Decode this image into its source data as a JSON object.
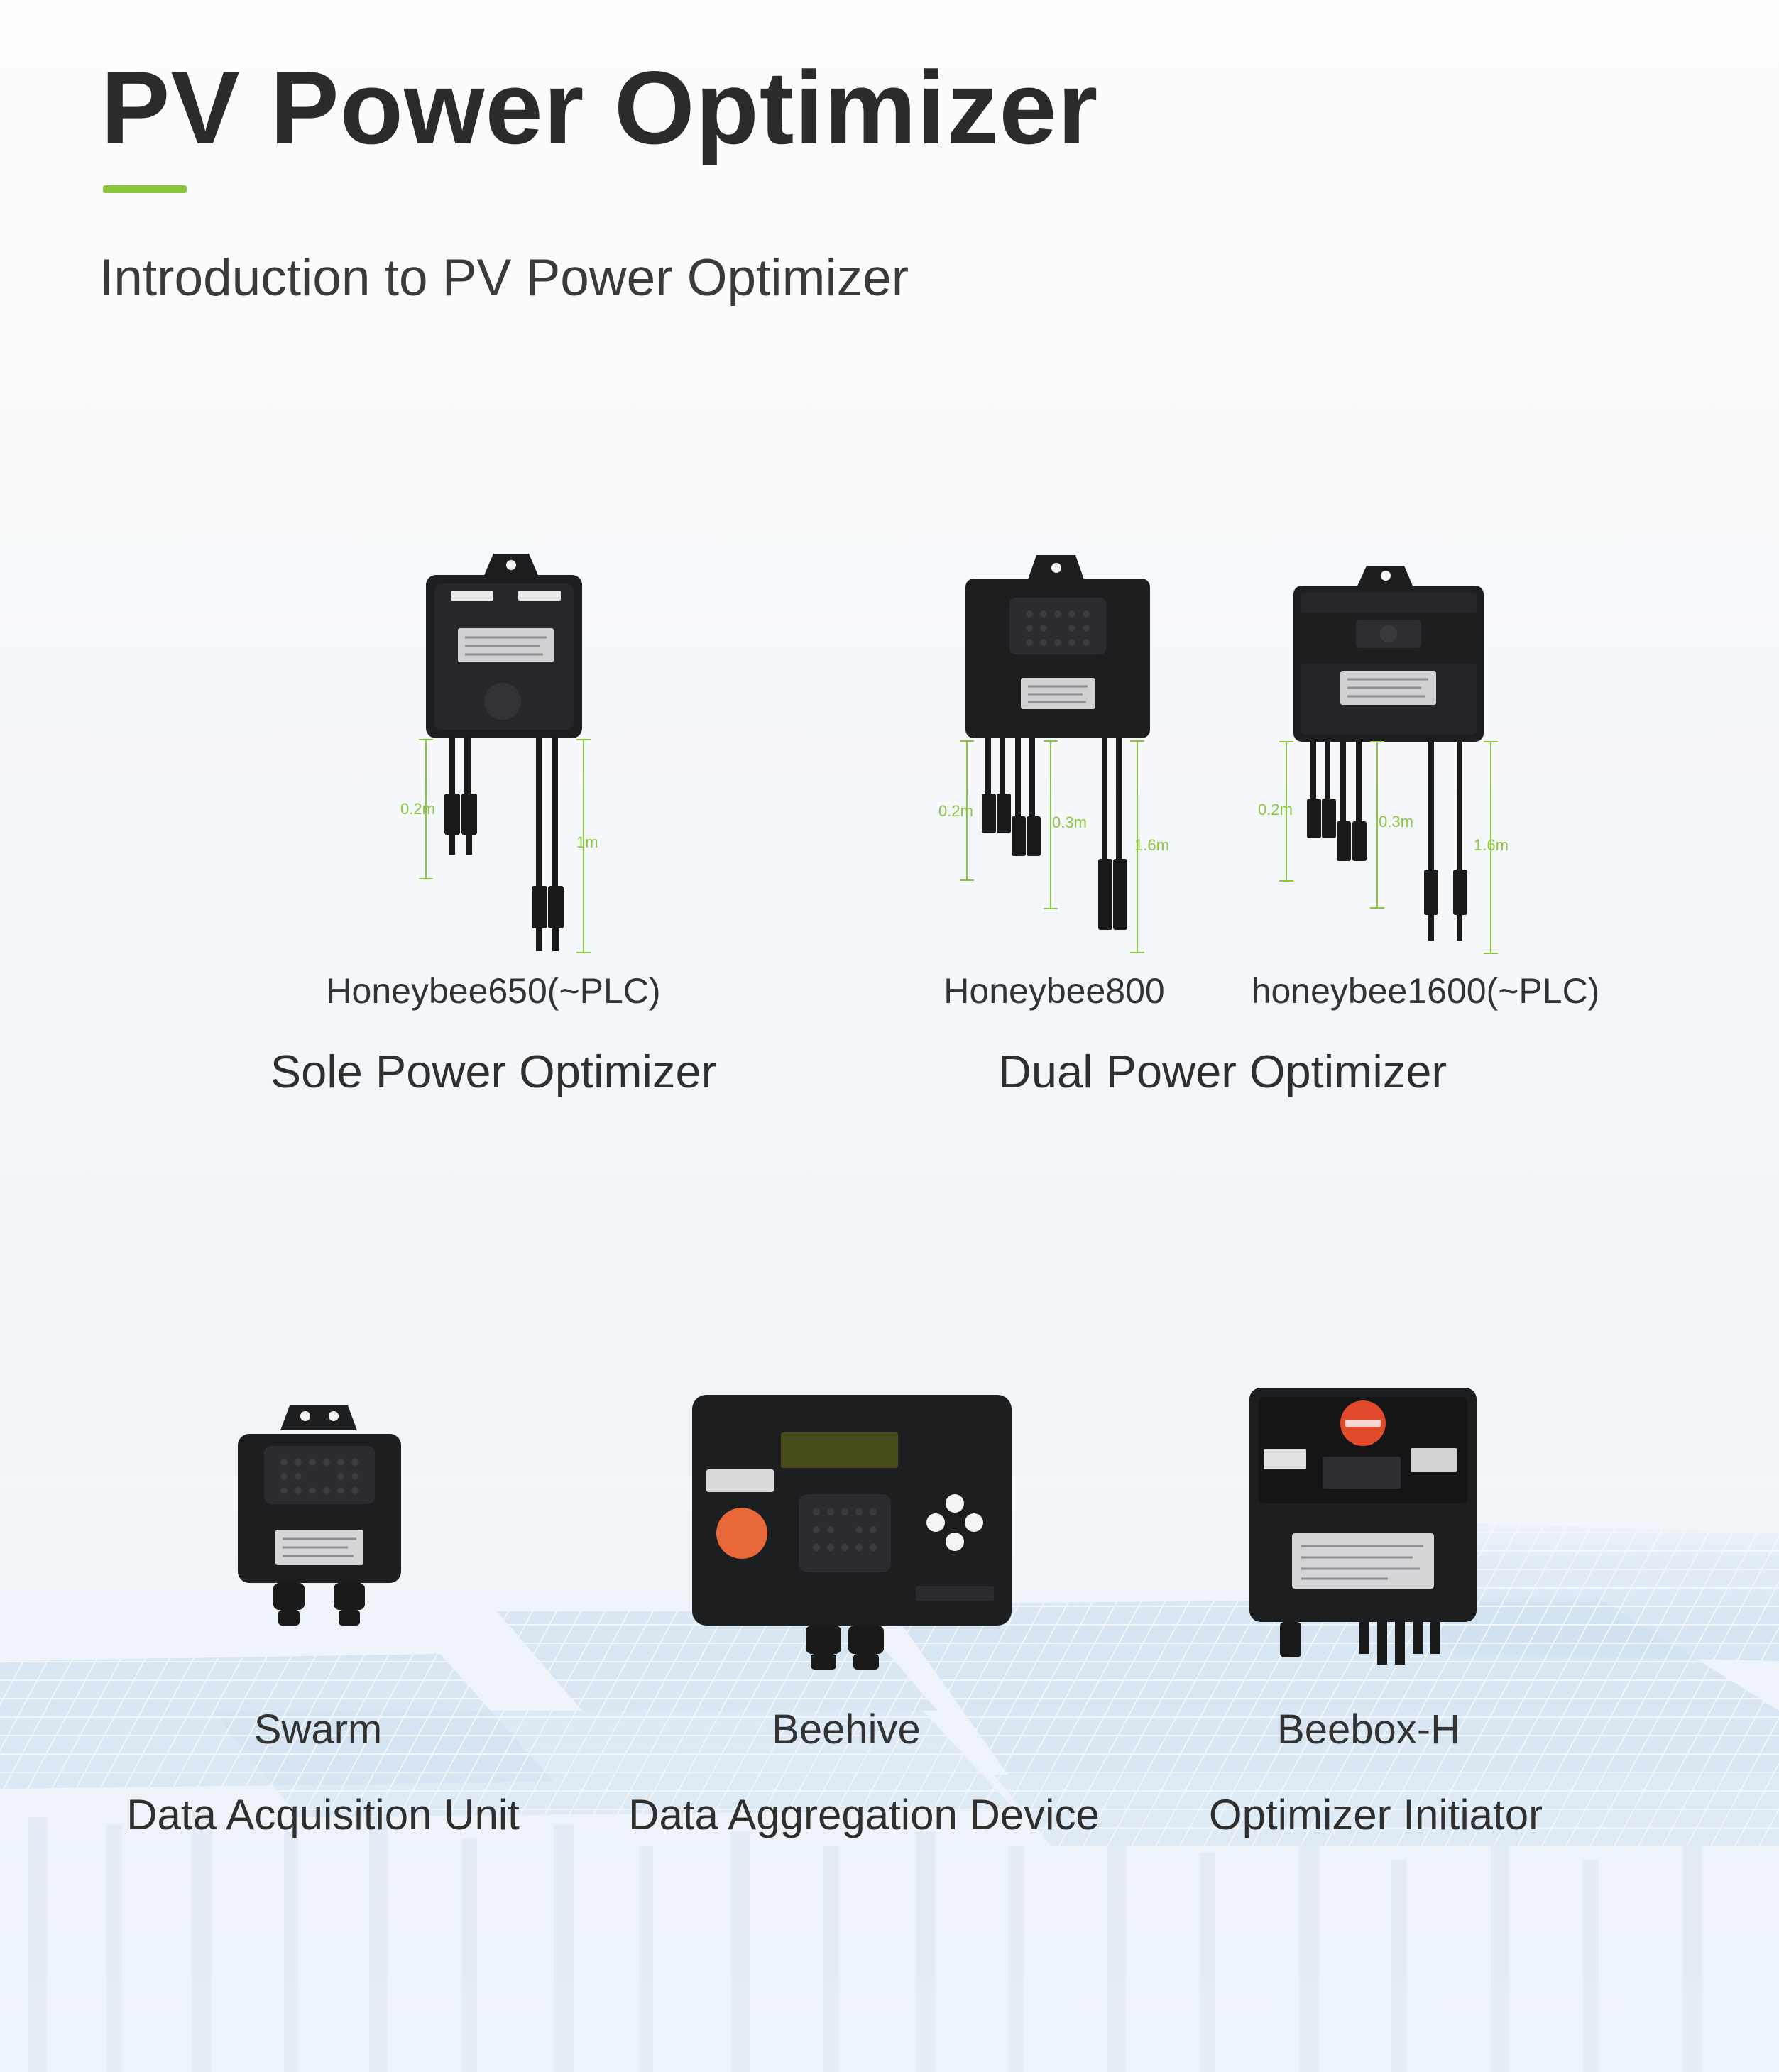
{
  "header": {
    "title": "PV Power Optimizer",
    "subtitle": "Introduction to PV Power Optimizer"
  },
  "colors": {
    "accent_green": "#8cc63f",
    "device_black": "#1d1e20",
    "button_orange": "#e8683a",
    "lcd_green": "#4a4b1a"
  },
  "optimizers": {
    "sole": {
      "category": "Sole Power Optimizer",
      "products": [
        {
          "model": "Honeybee650(~PLC)",
          "cable_short": "0.2m",
          "cable_long": "1m"
        }
      ]
    },
    "dual": {
      "category": "Dual Power Optimizer",
      "products": [
        {
          "model": "Honeybee800",
          "cable_short": "0.2m",
          "cable_mid": "0.3m",
          "cable_long": "1.6m"
        },
        {
          "model": "honeybee1600(~PLC)",
          "cable_short": "0.2m",
          "cable_mid": "0.3m",
          "cable_long": "1.6m"
        }
      ]
    }
  },
  "accessories": [
    {
      "model": "Swarm",
      "category": "Data Acquisition Unit"
    },
    {
      "model": "Beehive",
      "category": "Data Aggregation Device"
    },
    {
      "model": "Beebox-H",
      "category": "Optimizer Initiator"
    }
  ]
}
